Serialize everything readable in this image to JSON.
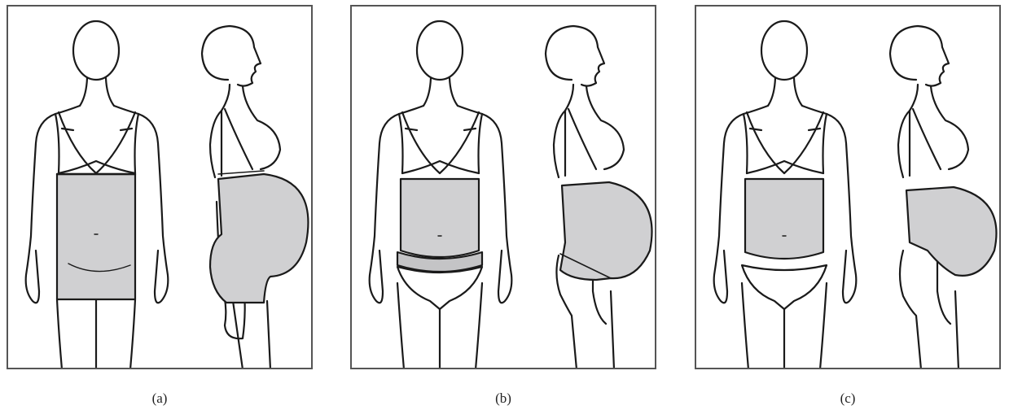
{
  "panels": [
    {
      "caption": "(a)",
      "garment": "full-tube"
    },
    {
      "caption": "(b)",
      "garment": "belly-band-lower"
    },
    {
      "caption": "(c)",
      "garment": "belly-band"
    }
  ],
  "colors": {
    "fill": "#d0d0d2",
    "stroke": "#1a1a1a",
    "frame": "#555555"
  }
}
